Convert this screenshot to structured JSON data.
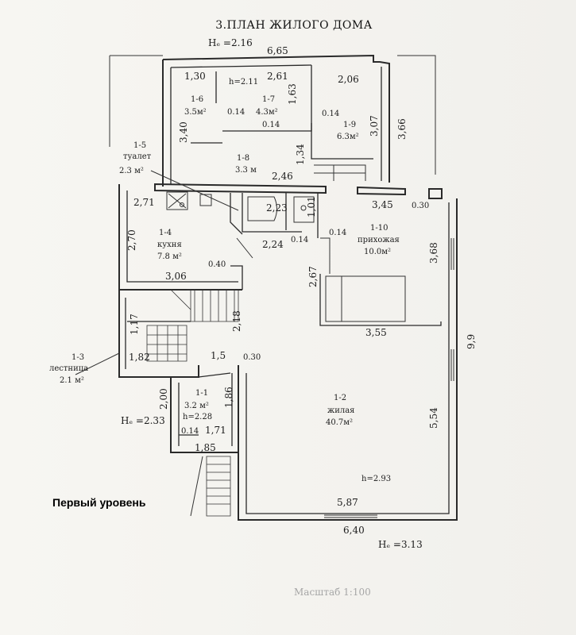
{
  "plan": {
    "title": "3.ПЛАН ЖИЛОГО ДОМА",
    "level_label": "Первый уровень",
    "scale_label": "Масштаб 1:100",
    "heights": {
      "top": "Hₑ =2.16",
      "left": "Hₑ =2.33",
      "bottom": "Hₑ =3.13"
    },
    "rooms": [
      {
        "id": "1-1",
        "name": "",
        "area": "3.2 м²",
        "height": "h=2.28"
      },
      {
        "id": "1-2",
        "name": "жилая",
        "area": "40.7м²",
        "height": "h=2.93"
      },
      {
        "id": "1-3",
        "name": "лестница",
        "area": "2.1 м²"
      },
      {
        "id": "1-4",
        "name": "кухня",
        "area": "7.8 м²"
      },
      {
        "id": "1-5",
        "name": "туалет",
        "area": "2.3 м²"
      },
      {
        "id": "1-6",
        "name": "",
        "area": "3.5м²"
      },
      {
        "id": "1-7",
        "name": "",
        "area": "4.3м²",
        "height": "h=2.11"
      },
      {
        "id": "1-8",
        "name": "",
        "area": "3.3 м"
      },
      {
        "id": "1-9",
        "name": "",
        "area": "6.3м²"
      },
      {
        "id": "1-10",
        "name": "прихожая",
        "area": "10.0м²"
      }
    ],
    "dims": {
      "d_665": "6,65",
      "d_130": "1,30",
      "d_261": "2,61",
      "d_206": "2,06",
      "d_163": "1,63",
      "d_014a": "0.14",
      "d_014b": "0.14",
      "d_014c": "0.14",
      "d_340": "3,40",
      "d_307": "3,07",
      "d_366": "3,66",
      "d_134": "1,34",
      "d_246": "2,46",
      "d_271": "2,71",
      "d_223": "2,23",
      "d_101": "1,01",
      "d_345": "3,45",
      "d_030a": "0.30",
      "d_270": "2,70",
      "d_224": "2,24",
      "d_014d": "0.14",
      "d_014e": "0.14",
      "d_368": "3,68",
      "d_040": "0.40",
      "d_306": "3,06",
      "d_267": "2,67",
      "d_218": "2,18",
      "d_355": "3,55",
      "d_117": "1,17",
      "d_99": "9,9",
      "d_182": "1,82",
      "d_15": "1,5",
      "d_030b": "0.30",
      "d_200": "2,00",
      "d_186": "1,86",
      "d_014f": "0.14",
      "d_171": "1,71",
      "d_185": "1,85",
      "d_554": "5,54",
      "d_587": "5,87",
      "d_640": "6,40"
    }
  }
}
